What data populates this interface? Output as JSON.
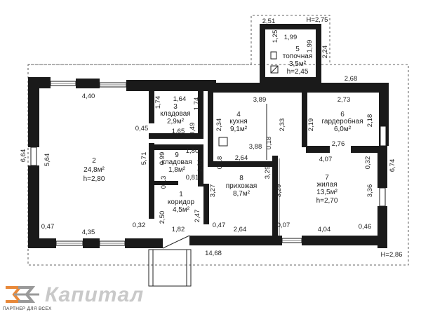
{
  "rooms": [
    {
      "num": "1",
      "name": "коридор",
      "area": "4,5м²"
    },
    {
      "num": "2",
      "name": "",
      "area": "24,8м²",
      "height": "h=2,80"
    },
    {
      "num": "3",
      "name": "кладовая",
      "area": "2,9м²"
    },
    {
      "num": "4",
      "name": "кухня",
      "area": "9,1м²"
    },
    {
      "num": "5",
      "name": "топочная",
      "area": "3,5м²",
      "height": "h=2,45"
    },
    {
      "num": "6",
      "name": "гардеробная",
      "area": "6,0м²"
    },
    {
      "num": "7",
      "name": "жилая",
      "area": "13,5м²",
      "height": "h=2,70"
    },
    {
      "num": "8",
      "name": "прихожая",
      "area": "8,7м²"
    },
    {
      "num": "9",
      "name": "кладовая",
      "area": "1,8м²"
    }
  ],
  "dimensions": {
    "top_left_wall": "4,40",
    "room3_top": "1,64",
    "room3_left": "1,74",
    "room3_right": "1,74",
    "room3_bottom": "1,65",
    "room3_stub": "0,45",
    "room3_side": "0,49",
    "kitchen_top": "3,89",
    "kitchen_left": "2,34",
    "kitchen_right": "2,33",
    "kitchen_bottom_left": "2,64",
    "kitchen_bottom_right": "3,88",
    "kitchen_post": "0,18",
    "kitchen_post2": "0,18",
    "boiler_top": "2,51",
    "boiler_height_label": "H=2,75",
    "boiler_inner_top": "1,99",
    "boiler_right": "1,99",
    "boiler_left": "1,25",
    "boiler_side": "2,24",
    "wardrobe_top": "2,73",
    "wardrobe_left": "2,19",
    "wardrobe_right": "2,18",
    "wardrobe_bottom": "2,76",
    "outer_top_right": "2,68",
    "room2_left": "5,64",
    "room2_right": "5,71",
    "overall_left": "6,64",
    "overall_right": "6,74",
    "room9_top": "1,80",
    "room9_left": "0,99",
    "room9_right": "1,01",
    "room9_bottom": "0,81",
    "room9_bottom_left": "0,13",
    "corridor_right": "3,27",
    "corridor_right2": "2,47",
    "corridor_left": "2,50",
    "hall_right": "3,29",
    "hall_right2": "3,29",
    "living_top": "4,07",
    "living_post": "0,32",
    "living_right": "3,36",
    "bottom_left_stub": "0,47",
    "bottom_room2": "4,35",
    "bottom_stub2": "0,32",
    "bottom_corridor": "1,82",
    "bottom_stub3": "0,47",
    "bottom_hall": "2,64",
    "bottom_stub4": "0,07",
    "bottom_living": "4,04",
    "bottom_stub5": "0,46",
    "overall_bottom": "14,68",
    "overall_height": "H=2,86"
  },
  "branding": {
    "watermark": "Капитал",
    "partner": "ПАРТНЕР ДЛЯ ВСЕХ"
  },
  "colors": {
    "wall": "#1a1a1a",
    "logo_orange": "#e8893a",
    "logo_gray": "#9a9a9a"
  }
}
